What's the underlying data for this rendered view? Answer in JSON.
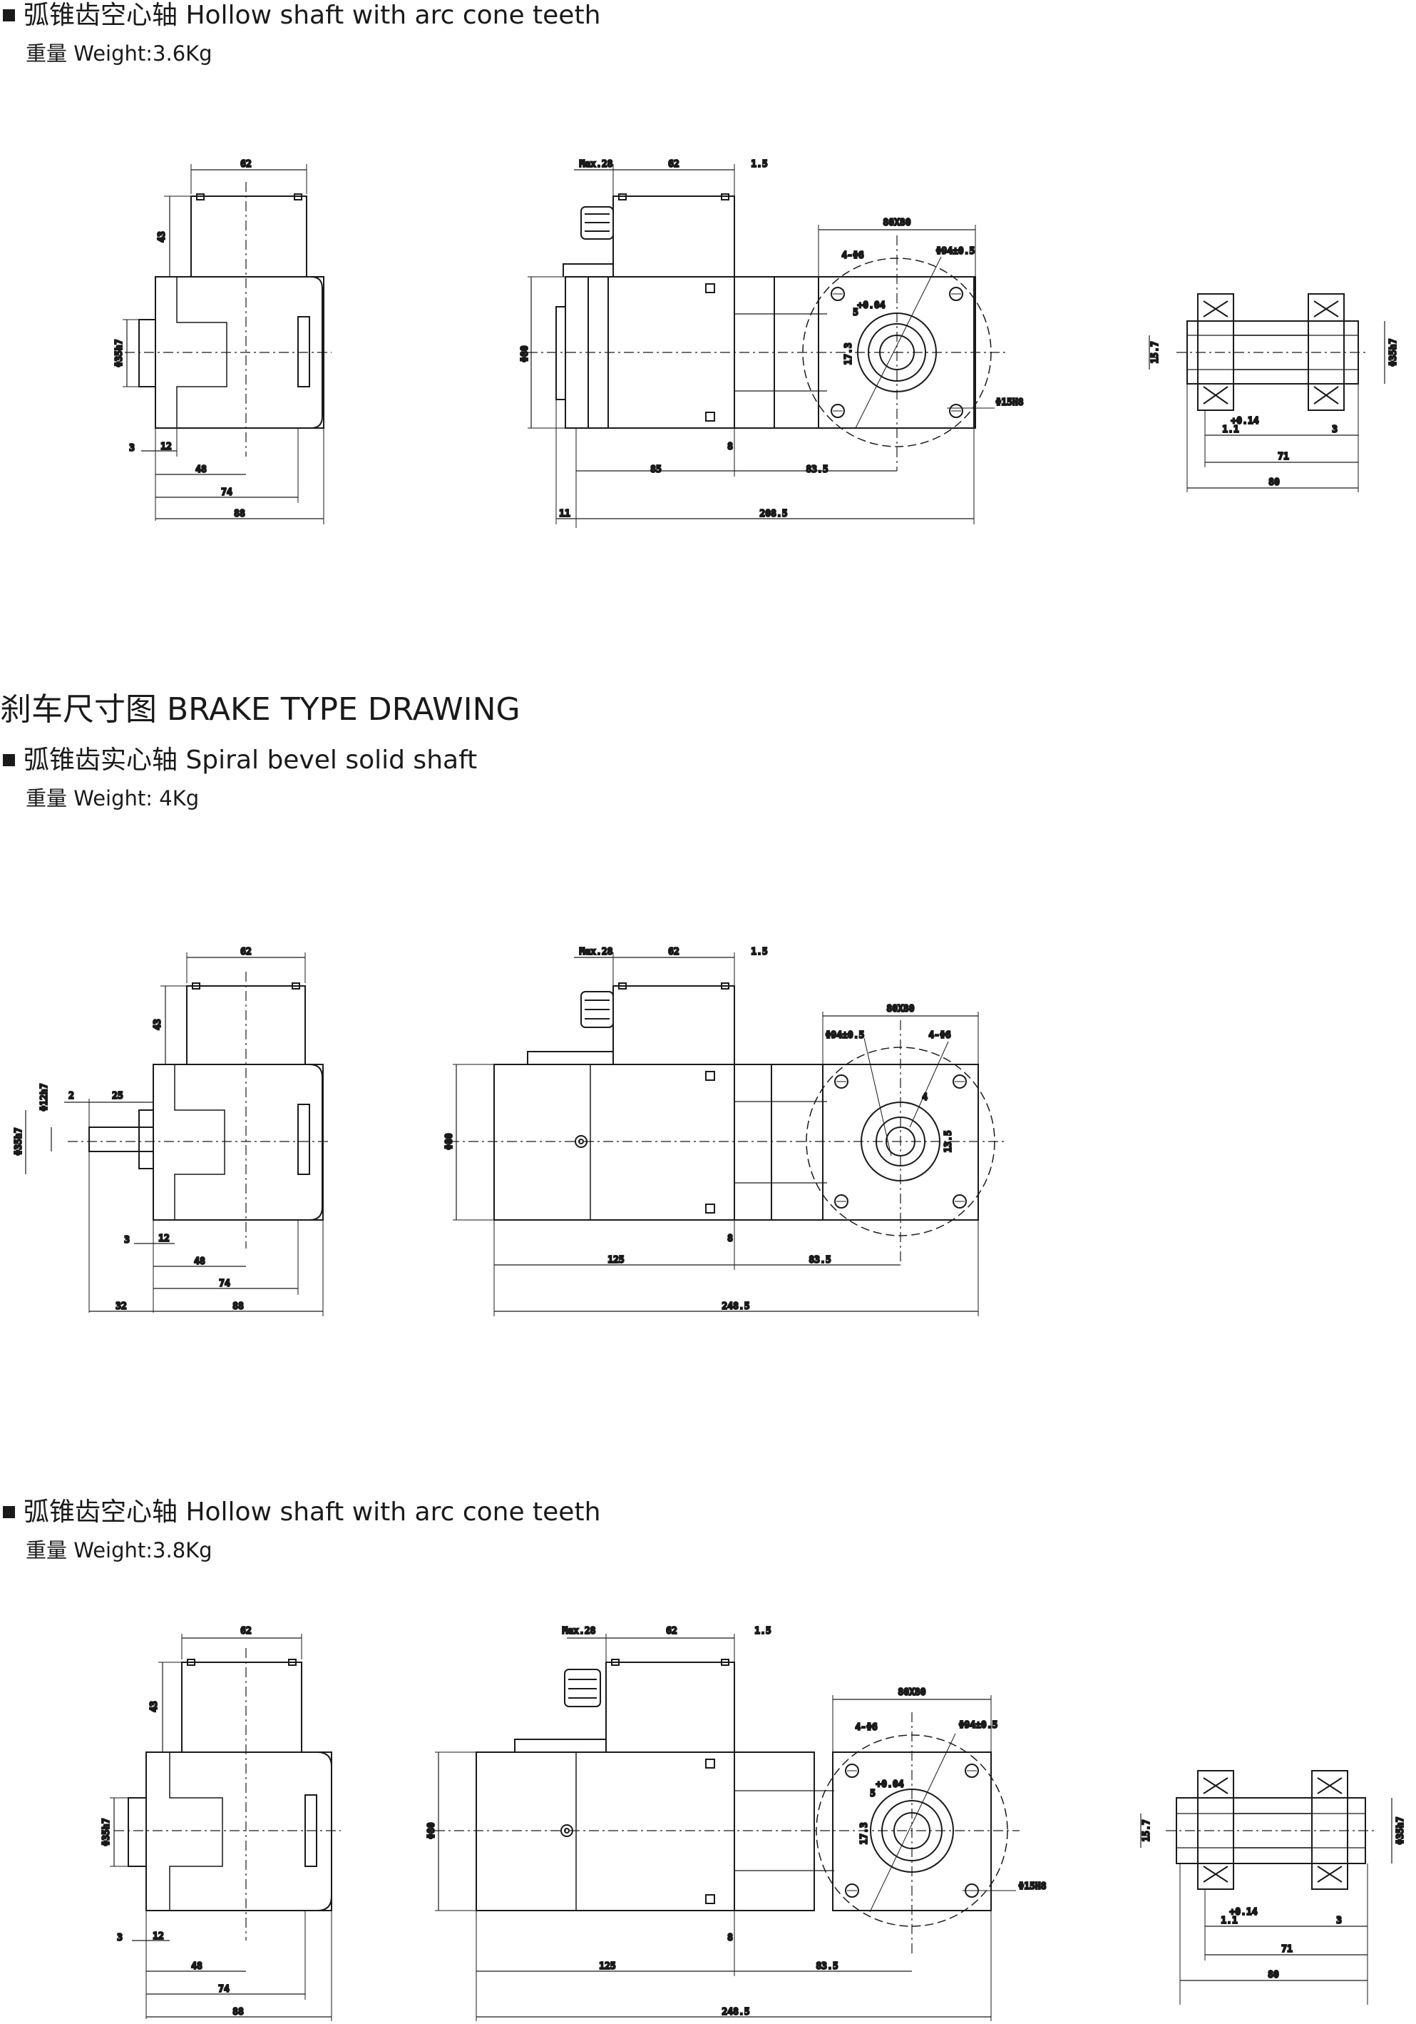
{
  "section1": {
    "heading": "弧锥齿空心轴 Hollow shaft with arc cone teeth",
    "weight": "重量 Weight:3.6Kg",
    "side_view": {
      "d62": "62",
      "d43": "43",
      "shaft": "Φ35h7",
      "d3": "3",
      "d12": "12",
      "d48": "48",
      "d74": "74",
      "d88": "88"
    },
    "front_view": {
      "max": "Max.28",
      "d62": "62",
      "d15": "1.5",
      "sq": "80X80",
      "holes": "4-Φ6",
      "pcd": "Φ94±0.5",
      "key": "5",
      "tol": "+0.04",
      "d173": "17.3",
      "phi80": "Φ80",
      "bore": "Φ15H8",
      "d8": "8",
      "d85": "85",
      "d835": "83.5",
      "d11": "11",
      "d2085": "208.5"
    },
    "section_view": {
      "d157": "15.7",
      "shaft": "Φ35h7",
      "d11": "1.1",
      "tol": "+0.14",
      "d3": "3",
      "d71": "71",
      "d80": "80"
    }
  },
  "brake_title": "刹车尺寸图 BRAKE TYPE DRAWING",
  "section2": {
    "heading": "弧锥齿实心轴 Spiral bevel solid shaft",
    "weight": "重量 Weight: 4Kg",
    "side_view": {
      "d62": "62",
      "d43": "43",
      "d2": "2",
      "d25": "25",
      "shaft": "Φ12h7",
      "flange": "Φ35h7",
      "d3": "3",
      "d12": "12",
      "d48": "48",
      "d74": "74",
      "d32": "32",
      "d88": "88"
    },
    "front_view": {
      "max": "Max.28",
      "d62": "62",
      "d15": "1.5",
      "sq": "80X80",
      "pcd": "Φ94±0.5",
      "holes": "4-Φ6",
      "key": "4",
      "d135": "13.5",
      "phi80": "Φ80",
      "d8": "8",
      "d125": "125",
      "d835": "83.5",
      "d2485": "248.5"
    }
  },
  "section3": {
    "heading": "弧锥齿空心轴 Hollow shaft with arc cone teeth",
    "weight": "重量 Weight:3.8Kg",
    "side_view": {
      "d62": "62",
      "d43": "43",
      "shaft": "Φ35h7",
      "d3": "3",
      "d12": "12",
      "d48": "48",
      "d74": "74",
      "d88": "88"
    },
    "front_view": {
      "max": "Max.28",
      "d62": "62",
      "d15": "1.5",
      "sq": "80X80",
      "holes": "4-Φ6",
      "pcd": "Φ94±0.5",
      "key": "5",
      "tol": "+0.04",
      "d173": "17.3",
      "phi80": "Φ80",
      "bore": "Φ15H8",
      "d8": "8",
      "d125": "125",
      "d835": "83.5",
      "d2485": "248.5"
    },
    "section_view": {
      "d157": "15.7",
      "shaft": "Φ35h7",
      "d11": "1.1",
      "tol": "+0.14",
      "d3": "3",
      "d71": "71",
      "d80": "80"
    }
  }
}
